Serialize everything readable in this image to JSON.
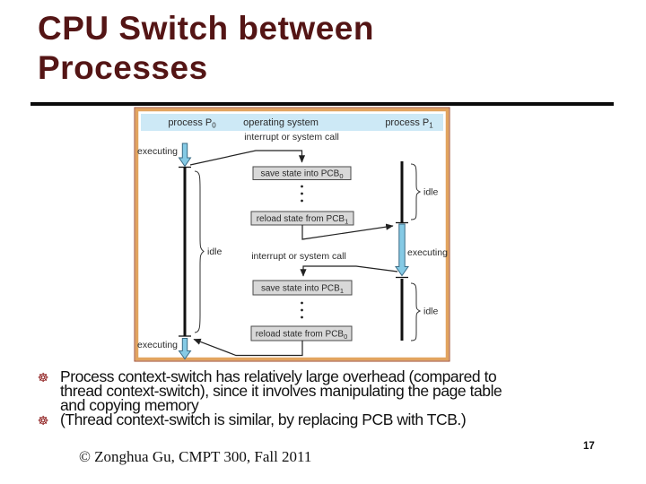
{
  "slide": {
    "title_lines": [
      "CPU Switch between",
      "Processes"
    ],
    "page_number": "17",
    "footer": "© Zonghua Gu, CMPT 300, Fall 2011"
  },
  "bullet_icon": "☸",
  "bullets": [
    {
      "lines": [
        "Process context-switch has relatively large overhead (compared to",
        "thread context-switch), since it involves manipulating the page table",
        "and copying memory"
      ]
    },
    {
      "lines": [
        "(Thread context-switch is similar, by replacing PCB with TCB.)"
      ]
    }
  ],
  "diagram": {
    "header": {
      "left": {
        "text": "process P",
        "sub": "0"
      },
      "center": "operating system",
      "right": {
        "text": "process P",
        "sub": "1"
      }
    },
    "labels": {
      "interrupt_top": "interrupt or system call",
      "interrupt_mid": "interrupt or system call",
      "executing": "executing",
      "idle": "idle"
    },
    "boxes": [
      {
        "text": "save state into PCB",
        "sub": "0"
      },
      {
        "text": "reload state from PCB",
        "sub": "1"
      },
      {
        "text": "save state into PCB",
        "sub": "1"
      },
      {
        "text": "reload state from PCB",
        "sub": "0"
      }
    ],
    "colors": {
      "border_orange": "#e2a45f",
      "border_maroon": "#9c4526",
      "header_blue": "#cde9f6",
      "box_gray": "#d8d8d8",
      "box_border": "#4a4a4a",
      "arrow_blue": "#85cae5",
      "arrow_blue_border": "#3a6b85",
      "line_black": "#1a1a1a"
    }
  }
}
